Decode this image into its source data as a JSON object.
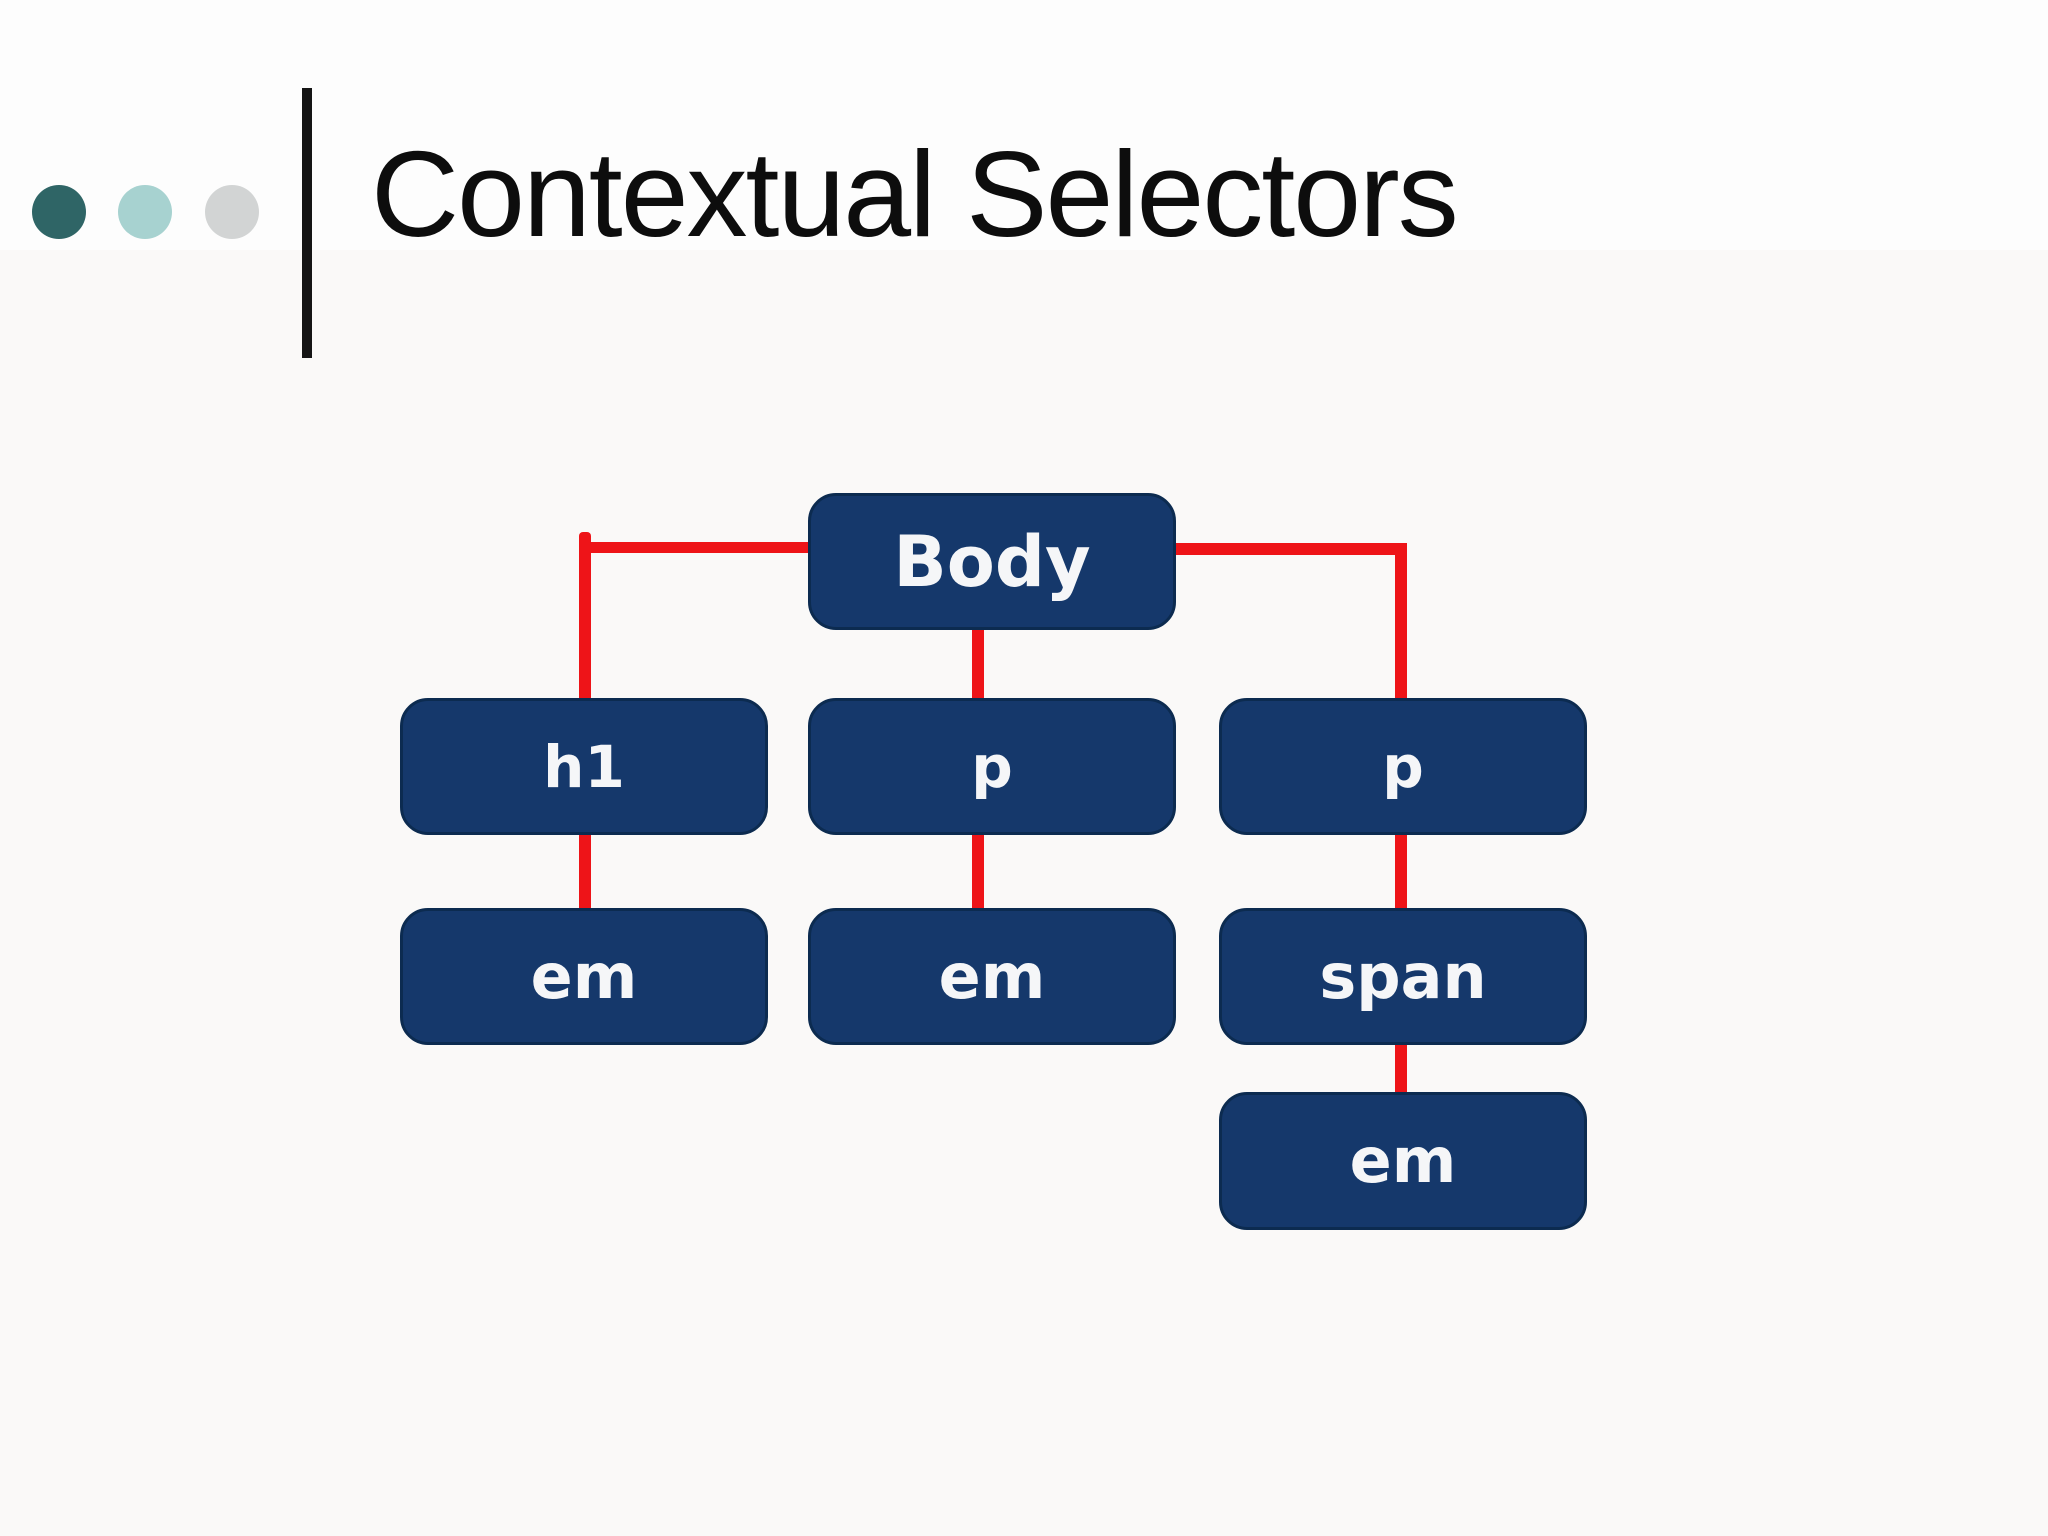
{
  "slide": {
    "title": "Contextual Selectors",
    "bullet_circles": [
      {
        "name": "dark-teal-circle",
        "color": "#2f6566"
      },
      {
        "name": "light-teal-circle",
        "color": "#a7d2d0"
      },
      {
        "name": "gray-circle",
        "color": "#d2d4d4"
      }
    ]
  },
  "diagram": {
    "type": "tree",
    "nodes": [
      {
        "id": "body",
        "label": "Body"
      },
      {
        "id": "h1",
        "label": "h1"
      },
      {
        "id": "p-middle",
        "label": "p"
      },
      {
        "id": "p-right",
        "label": "p"
      },
      {
        "id": "em-under-h1",
        "label": "em"
      },
      {
        "id": "em-under-p",
        "label": "em"
      },
      {
        "id": "span-under-p",
        "label": "span"
      },
      {
        "id": "em-under-span",
        "label": "em"
      }
    ],
    "edges": [
      {
        "from": "body",
        "to": "h1"
      },
      {
        "from": "body",
        "to": "p-middle"
      },
      {
        "from": "body",
        "to": "p-right"
      },
      {
        "from": "h1",
        "to": "em-under-h1"
      },
      {
        "from": "p-middle",
        "to": "em-under-p"
      },
      {
        "from": "p-right",
        "to": "span-under-p"
      },
      {
        "from": "span-under-p",
        "to": "em-under-span"
      }
    ]
  },
  "colors": {
    "background": "#fdfdfd",
    "node_fill": "#15386b",
    "node_border": "#0c2b50",
    "node_text": "#f5f6f8",
    "connector_red": "#ee1418",
    "title_text": "#0d0d0d",
    "divider_black": "#151515"
  }
}
